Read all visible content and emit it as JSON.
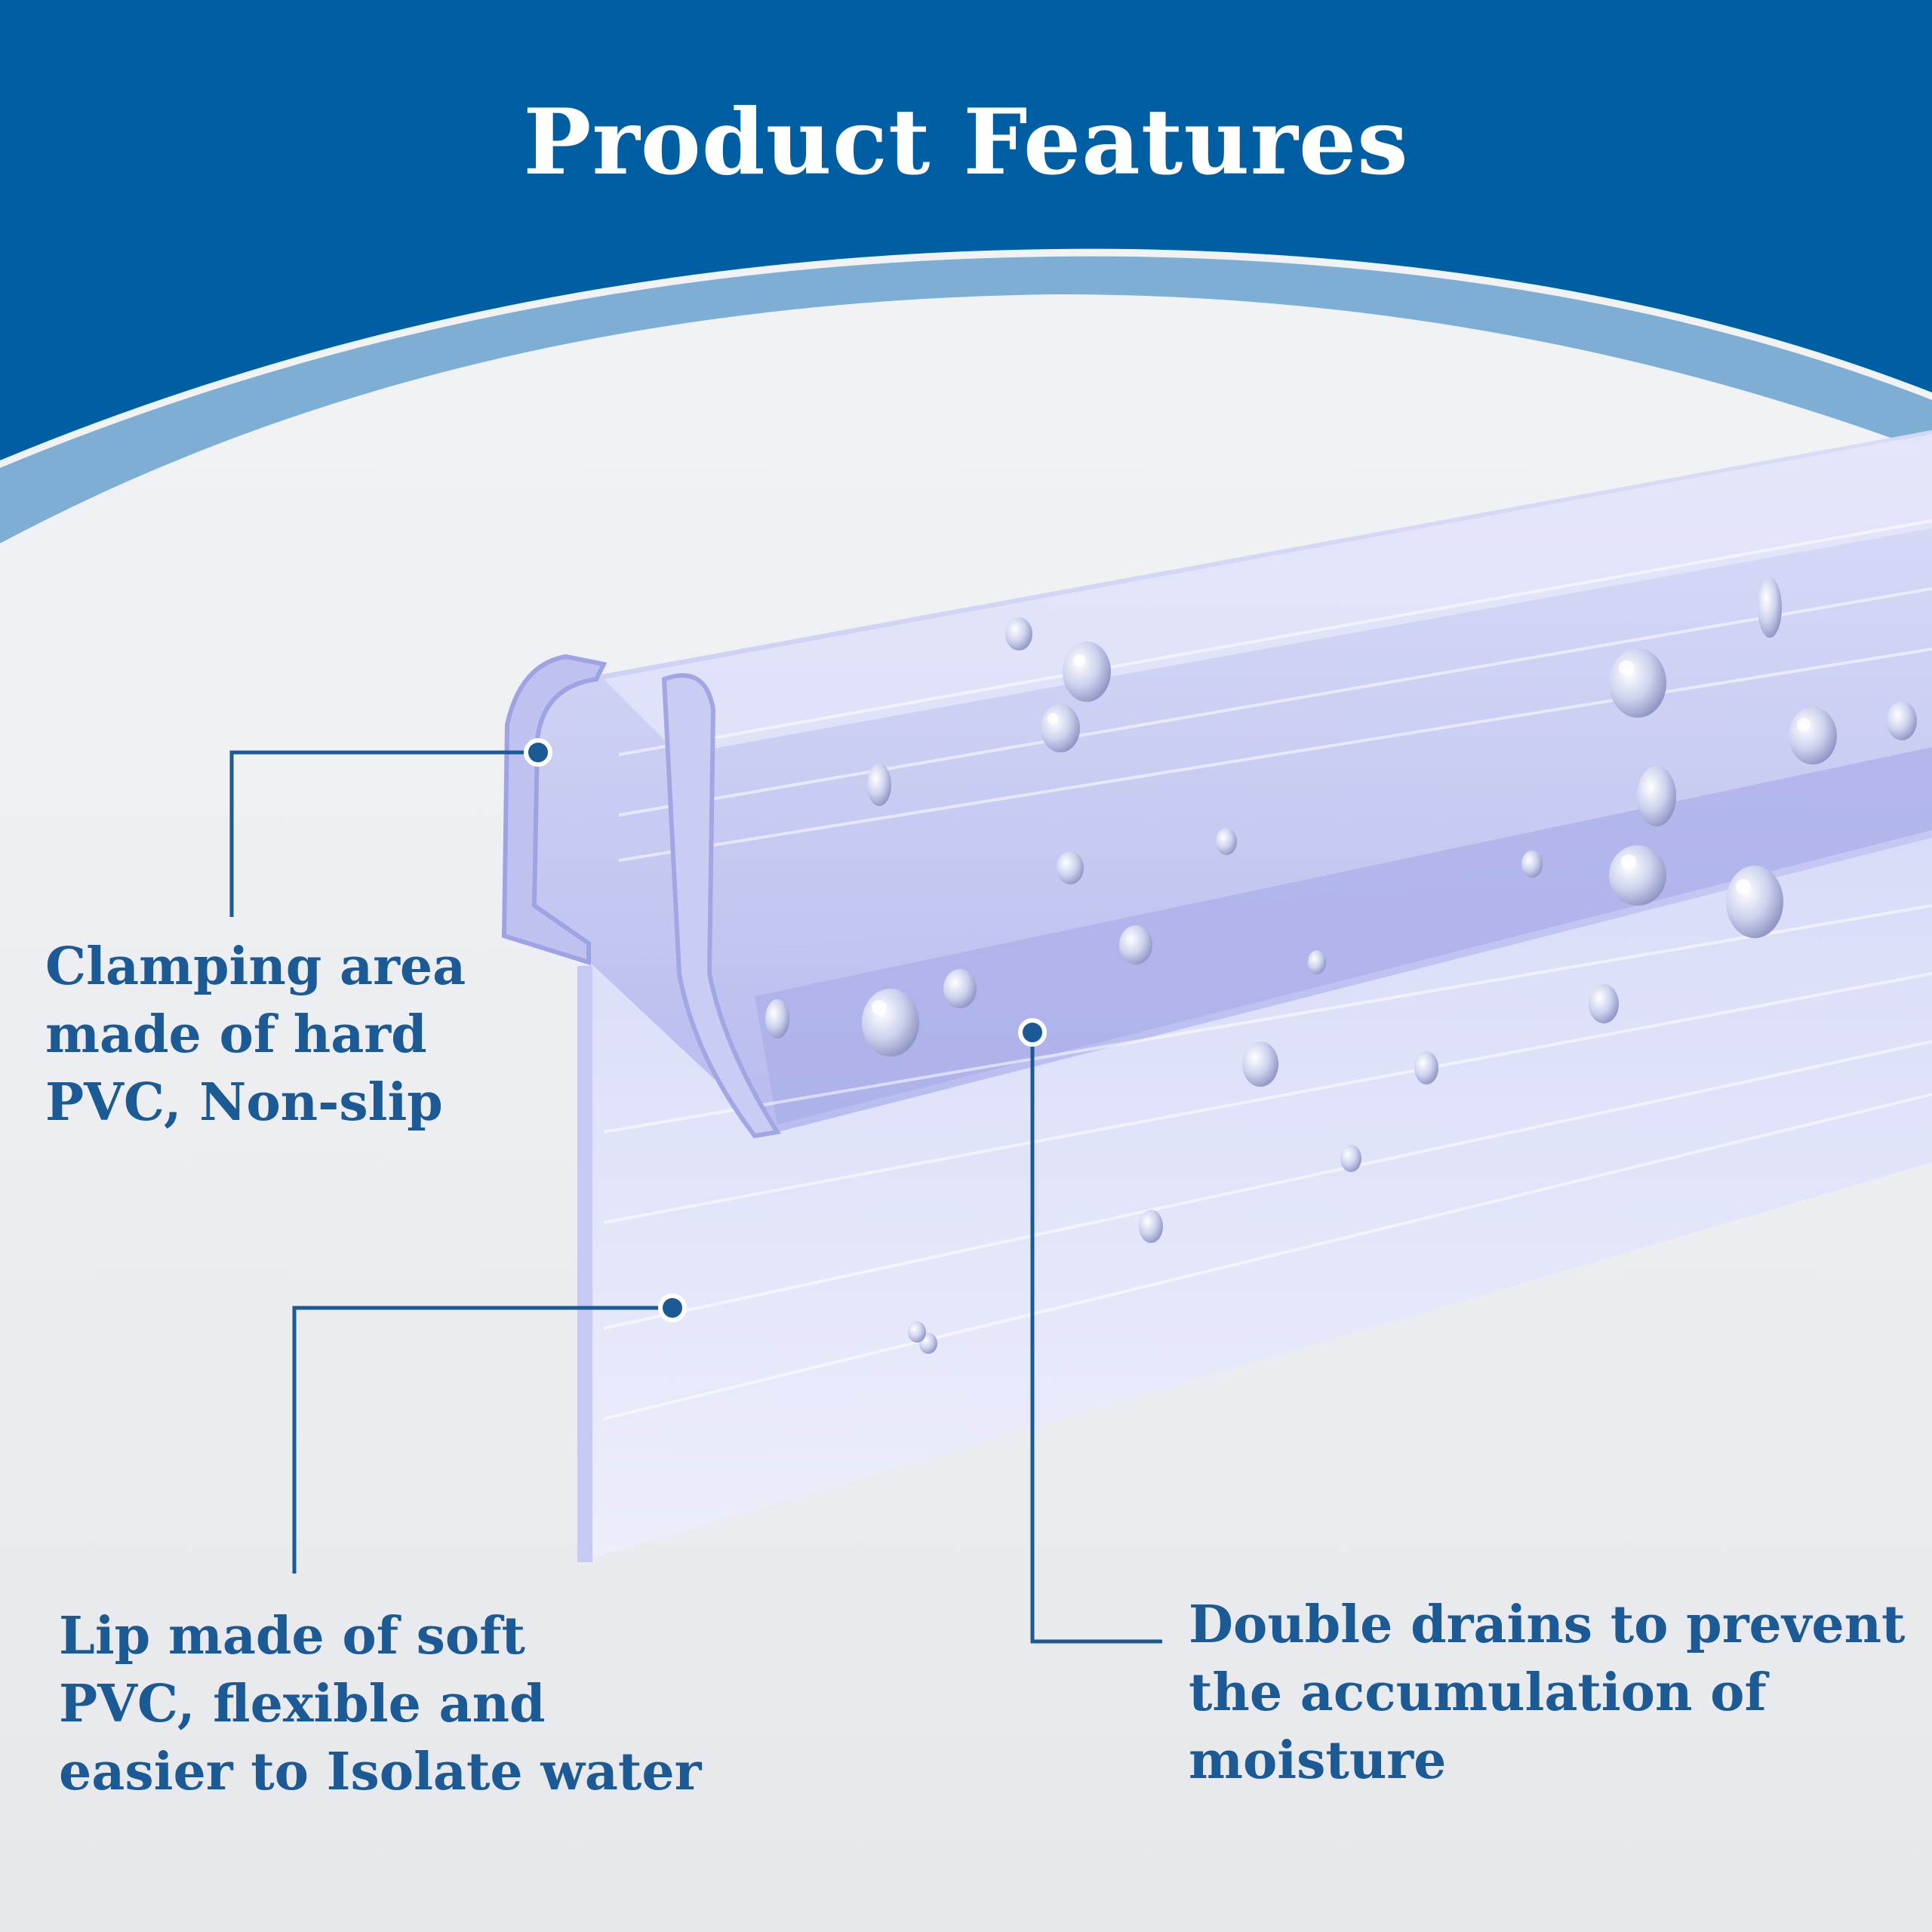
{
  "title": "Product Features",
  "colors": {
    "banner_blue": "#005ea2",
    "accent_text": "#1b5a94",
    "callout_line": "#1b5a94",
    "product_tint": "#b9bdf2"
  },
  "callouts": [
    {
      "lines": [
        "Clamping area",
        "made of hard",
        "PVC, Non-slip"
      ]
    },
    {
      "lines": [
        "Lip made of soft",
        "PVC, flexible and",
        "easier to Isolate water"
      ]
    },
    {
      "lines": [
        "Double drains to prevent",
        "the accumulation of",
        "moisture"
      ]
    }
  ]
}
